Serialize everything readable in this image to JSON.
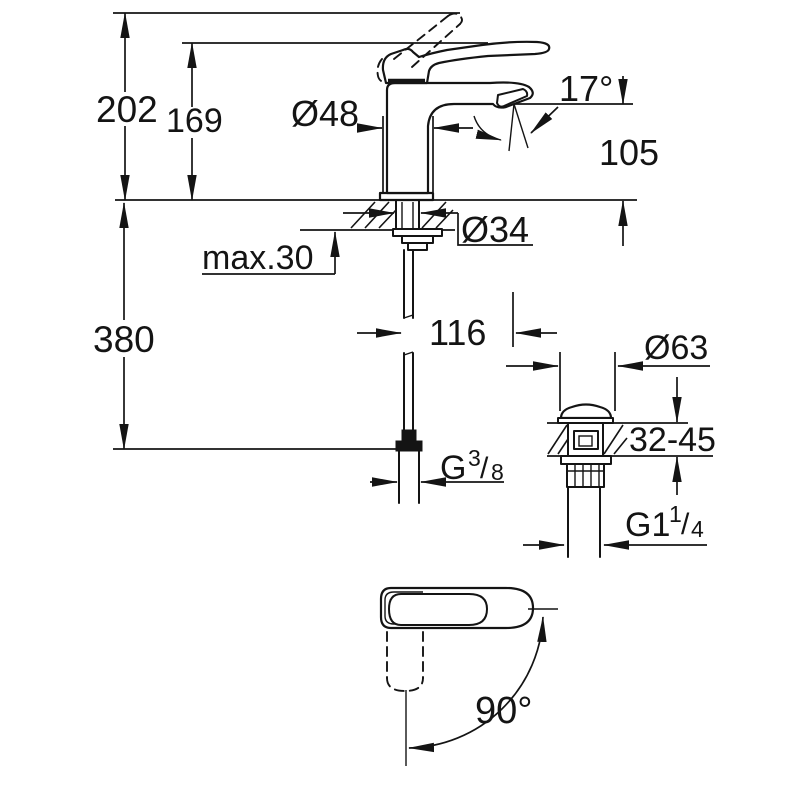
{
  "colors": {
    "background": "#ffffff",
    "line": "#141414"
  },
  "dimensions": {
    "overall_height": "202",
    "lever_height": "169",
    "body_diameter": "Ø48",
    "spout_angle": "17°",
    "spout_outlet_height": "105",
    "shank_diameter": "Ø34",
    "max_counter_thickness": "max.30",
    "supply_hose_length": "380",
    "spout_projection": "116",
    "waste_flange_diameter": "Ø63",
    "waste_counter_range": "32-45",
    "lever_swivel_angle": "90°",
    "supply_thread": {
      "prefix": "G",
      "numerator": "3",
      "slash": "/",
      "denominator": "8"
    },
    "waste_thread": {
      "prefix": "G1",
      "numerator": "1",
      "slash": "/",
      "denominator": "4"
    }
  }
}
